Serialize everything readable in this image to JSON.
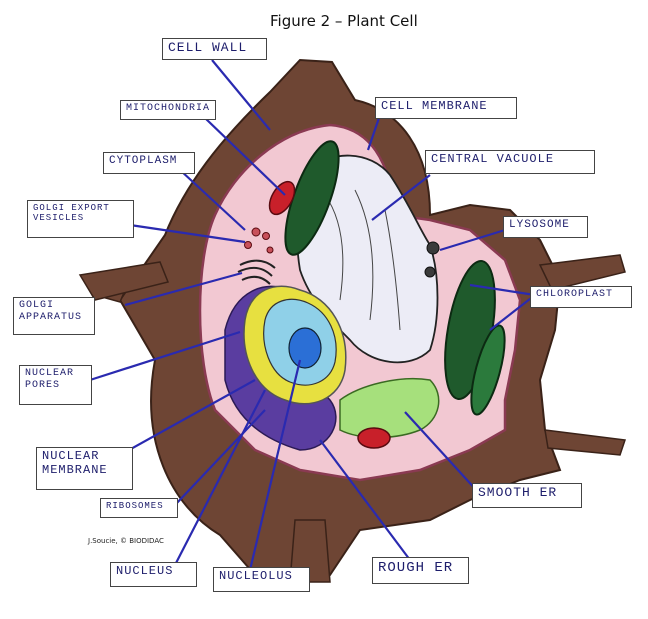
{
  "title": "Figure 2 – Plant Cell",
  "credit": "J.Soucie, © BIODIDAC",
  "labels": {
    "cell_wall": "Cell Wall",
    "mitochondria": "Mitochondria",
    "cell_membrane": "Cell Membrane",
    "cytoplasm": "Cytoplasm",
    "central_vacuole": "Central Vacuole",
    "golgi_export_vesicles_1": "Golgi Export",
    "golgi_export_vesicles_2": "Vesicles",
    "lysosome": "Lysosome",
    "golgi_apparatus_1": "Golgi",
    "golgi_apparatus_2": "Apparatus",
    "chloroplast": "Chloroplast",
    "nuclear_pores_1": "Nuclear",
    "nuclear_pores_2": "Pores",
    "nuclear_membrane_1": "Nuclear",
    "nuclear_membrane_2": "Membrane",
    "ribosomes": "Ribosomes",
    "smooth_er": "Smooth ER",
    "nucleus": "Nucleus",
    "nucleolus": "Nucleolus",
    "rough_er": "Rough ER"
  },
  "colors": {
    "cell_wall": "#6e4534",
    "cytoplasm": "#f2c8d2",
    "vacuole": "#ececf6",
    "chloroplast": "#1f5a2c",
    "nucleus_envelope": "#e7e040",
    "nucleus": "#8fd0e8",
    "nucleolus": "#2b6fd6",
    "rough_er": "#5a3da0",
    "smooth_er": "#a6e07c",
    "mitochondria": "#c8202a",
    "leader_line": "#2a2ab0"
  }
}
